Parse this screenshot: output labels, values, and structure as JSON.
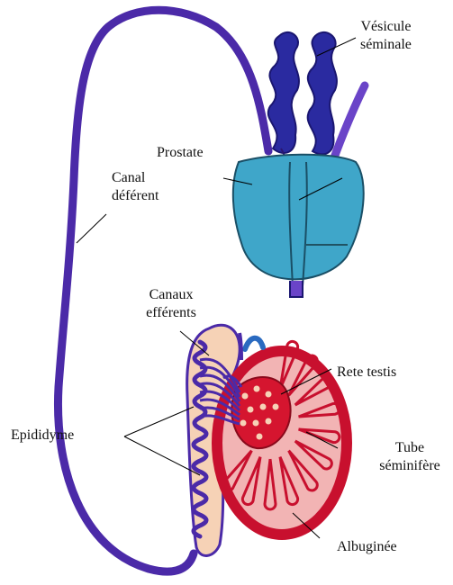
{
  "labels": {
    "vesicule_seminale": {
      "line1": "Vésicule",
      "line2": "séminale"
    },
    "prostate": "Prostate",
    "canal_deferent": {
      "line1": "Canal",
      "line2": "déférent"
    },
    "canaux_efferents": {
      "line1": "Canaux",
      "line2": "efférents"
    },
    "rete_testis": "Rete testis",
    "epididyme": "Epididyme",
    "tube_seminifere": {
      "line1": "Tube",
      "line2": "séminifère"
    },
    "albuginee": "Albuginée"
  },
  "colors": {
    "duct": "#4b2aa8",
    "duct_dark": "#2a1670",
    "vesicle": "#2a2aa0",
    "prostate": "#3fa6c9",
    "prostate_outline": "#1a4f66",
    "epididymis_fill": "#f6d2b6",
    "testis_fill": "#f2b4b4",
    "albuginea": "#c8102e",
    "rete": "#d5152f",
    "leader": "#000000"
  }
}
